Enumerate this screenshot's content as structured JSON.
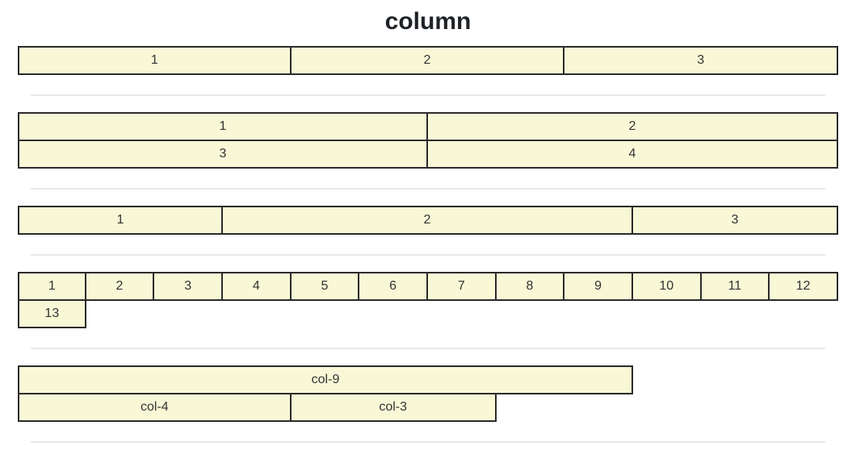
{
  "page": {
    "title": "column"
  },
  "colors": {
    "cell_background": "#f8f8d7",
    "cell_border": "#2b2b2b",
    "cell_text": "#333333",
    "divider": "#e8e8e8",
    "title": "#1f2328"
  },
  "sections": [
    {
      "name": "three-equal-columns",
      "rows": [
        {
          "cells": [
            {
              "label": "1",
              "cols": 4
            },
            {
              "label": "2",
              "cols": 4
            },
            {
              "label": "3",
              "cols": 4
            }
          ]
        }
      ]
    },
    {
      "name": "two-by-two",
      "rows": [
        {
          "cells": [
            {
              "label": "1",
              "cols": 6
            },
            {
              "label": "2",
              "cols": 6
            }
          ]
        },
        {
          "cells": [
            {
              "label": "3",
              "cols": 6
            },
            {
              "label": "4",
              "cols": 6
            }
          ]
        }
      ]
    },
    {
      "name": "quarter-half-quarter",
      "rows": [
        {
          "cells": [
            {
              "label": "1",
              "cols": 3
            },
            {
              "label": "2",
              "cols": 6
            },
            {
              "label": "3",
              "cols": 3
            }
          ]
        }
      ]
    },
    {
      "name": "twelve-columns-wrap",
      "rows": [
        {
          "cells": [
            {
              "label": "1",
              "cols": 1
            },
            {
              "label": "2",
              "cols": 1
            },
            {
              "label": "3",
              "cols": 1
            },
            {
              "label": "4",
              "cols": 1
            },
            {
              "label": "5",
              "cols": 1
            },
            {
              "label": "6",
              "cols": 1
            },
            {
              "label": "7",
              "cols": 1
            },
            {
              "label": "8",
              "cols": 1
            },
            {
              "label": "9",
              "cols": 1
            },
            {
              "label": "10",
              "cols": 1
            },
            {
              "label": "11",
              "cols": 1
            },
            {
              "label": "12",
              "cols": 1
            }
          ]
        },
        {
          "cells": [
            {
              "label": "13",
              "cols": 1
            }
          ]
        }
      ]
    },
    {
      "name": "col-class-demo",
      "rows": [
        {
          "cells": [
            {
              "label": "col-9",
              "cols": 9
            }
          ]
        },
        {
          "cells": [
            {
              "label": "col-4",
              "cols": 4
            },
            {
              "label": "col-3",
              "cols": 3
            }
          ]
        }
      ]
    }
  ]
}
